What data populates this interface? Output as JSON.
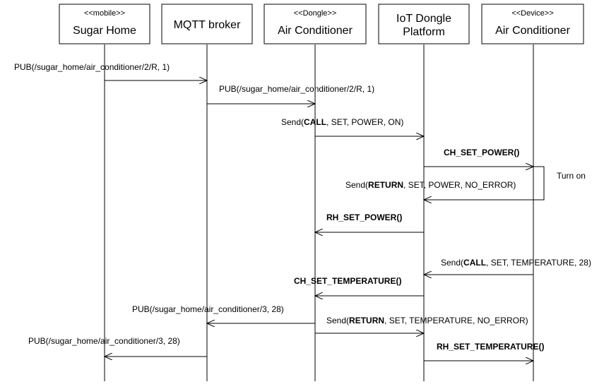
{
  "participants": [
    {
      "stereotype": "<<mobile>>",
      "name": "Sugar Home"
    },
    {
      "stereotype": "",
      "name": "MQTT broker"
    },
    {
      "stereotype": "<<Dongle>>",
      "name": "Air Conditioner"
    },
    {
      "stereotype": "",
      "name_line1": "IoT Dongle",
      "name_line2": "Platform"
    },
    {
      "stereotype": "<<Device>>",
      "name": "Air Conditioner"
    }
  ],
  "messages": [
    {
      "parts": [
        "PUB(/sugar_home/air_conditioner/2/R,  1)"
      ]
    },
    {
      "parts": [
        "PUB(/sugar_home/air_conditioner/2/R,  1)"
      ]
    },
    {
      "parts": [
        "Send(",
        "CALL",
        ",  SET,  POWER,  ON)"
      ]
    },
    {
      "parts": [
        "CH_SET_POWER()"
      ]
    },
    {
      "parts": [
        "Turn on"
      ]
    },
    {
      "parts": [
        "Send(",
        "RETURN",
        ",  SET,  POWER,  NO_ERROR)"
      ]
    },
    {
      "parts": [
        "RH_SET_POWER()"
      ]
    },
    {
      "parts": [
        "Send(",
        "CALL",
        ",  SET,  TEMPERATURE,  28)"
      ]
    },
    {
      "parts": [
        "CH_SET_TEMPERATURE()"
      ]
    },
    {
      "parts": [
        "PUB(/sugar_home/air_conditioner/3,  28)"
      ]
    },
    {
      "parts": [
        "Send(",
        "RETURN",
        ",  SET,  TEMPERATURE,  NO_ERROR)"
      ]
    },
    {
      "parts": [
        "PUB(/sugar_home/air_conditioner/3,  28)"
      ]
    },
    {
      "parts": [
        "RH_SET_TEMPERATURE()"
      ]
    }
  ]
}
